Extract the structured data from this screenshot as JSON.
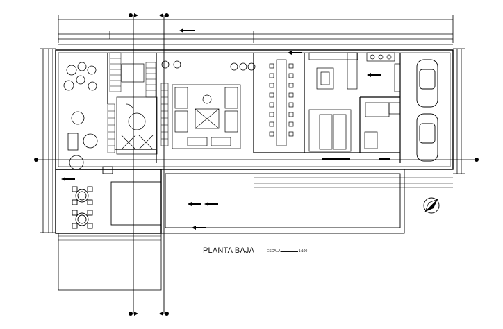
{
  "drawing": {
    "title": "PLANTA BAJA",
    "scale_label": "ESCALA",
    "scale_value": "1:100"
  },
  "colors": {
    "line": "#000000",
    "background": "#ffffff"
  },
  "icons": {
    "north_arrow": "north-arrow-icon",
    "axis_marker": "axis-marker-icon"
  }
}
